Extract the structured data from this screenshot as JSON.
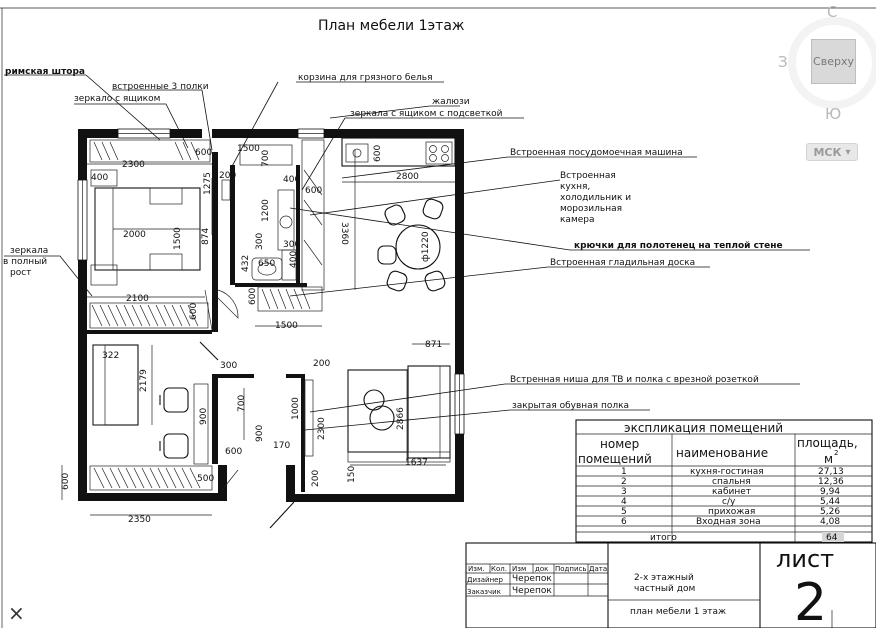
{
  "sheet": {
    "title": "План мебели 1этаж"
  },
  "labels": {
    "roman_blind": "римская штора",
    "built_in_shelves": "встроенные 3 полки",
    "mirror_drawer": "зеркало с ящиком",
    "laundry_basket": "корзина для грязного белья",
    "blinds": "жалюзи",
    "mirrors_drawer_lit": "зеркала с ящиком  с подсветкой",
    "dishwasher": "Встроенная посудомоечная машина",
    "kitchen_1": "Встроенная",
    "kitchen_2": "кухня,",
    "kitchen_3": "холодильник и",
    "kitchen_4": "морозильная",
    "kitchen_5": "камера",
    "towel_hooks": "крючки для полотенец на теплой стене",
    "ironing_board": "Встроенная гладильная доска",
    "mirrors_full_1": "зеркала",
    "mirrors_full_2": "в полный",
    "mirrors_full_3": "рост",
    "tv_niche": "Встренная ниша для ТВ и полка с врезной розеткой",
    "shoe_shelf": "закрытая обувная полка"
  },
  "dims": {
    "d2300": "2300",
    "d600a": "600",
    "d1500a": "1500",
    "d700a": "700",
    "d600b": "600",
    "d200a": "200",
    "d400a": "400",
    "d1275": "1275",
    "d600c": "600",
    "d2800": "2800",
    "d400b": "400",
    "d1200": "1200",
    "d3360": "3360",
    "d2000": "2000",
    "d1500b": "1500",
    "d874": "874",
    "d300a": "300",
    "d300b": "300",
    "d432": "432",
    "d650": "650",
    "d400c": "400",
    "d600d": "600",
    "d2100": "2100",
    "d600e": "600",
    "d1500c": "1500",
    "d1220": "ф1220",
    "d871": "871",
    "d322": "322",
    "d2179": "2179",
    "d300c": "300",
    "d200b": "200",
    "d900a": "900",
    "d700b": "700",
    "d1000": "1000",
    "d2300b": "2300",
    "d900b": "900",
    "d600f": "600",
    "d170": "170",
    "d2866": "2866",
    "d1637": "1637",
    "d500": "500",
    "d600g": "600",
    "d200c": "200",
    "d150": "150",
    "d2350": "2350"
  },
  "explication": {
    "title": "экспликация помещений",
    "col_number_1": "номер",
    "col_number_2": "помещений",
    "col_name": "наименование",
    "col_area_1": "площадь,",
    "col_area_2": "м",
    "col_area_sup": "2",
    "rows": [
      {
        "n": "1",
        "name": "кухня-гостиная",
        "area": "27,13"
      },
      {
        "n": "2",
        "name": "спальня",
        "area": "12,36"
      },
      {
        "n": "3",
        "name": "кабинет",
        "area": "9,94"
      },
      {
        "n": "4",
        "name": "с/у",
        "area": "5,44"
      },
      {
        "n": "5",
        "name": "прихожая",
        "area": "5,26"
      },
      {
        "n": "6",
        "name": "Входная зона",
        "area": "4,08"
      }
    ],
    "total_label": "итого",
    "total_value": "64"
  },
  "title_block": {
    "h1": "Изм.",
    "h2": "Кол.",
    "h3": "Изм",
    "h4": "док",
    "h5": "Подпись",
    "h6": "Дата",
    "r1_role": "Дизайнер",
    "r1_name": "Черепок",
    "r2_role": "Заказчик",
    "r2_name": "Черепок",
    "project_1": "2-х этажный",
    "project_2": "частный дом",
    "sheet_name": "план мебели 1 этаж",
    "sheet_label": "лист",
    "sheet_number": "2"
  },
  "viewcube": {
    "north": "С",
    "west": "З",
    "south": "Ю",
    "face": "Сверху",
    "ucs": "МСК",
    "ucs_arrow": "▾"
  },
  "ui": {
    "close_glyph": "×"
  }
}
